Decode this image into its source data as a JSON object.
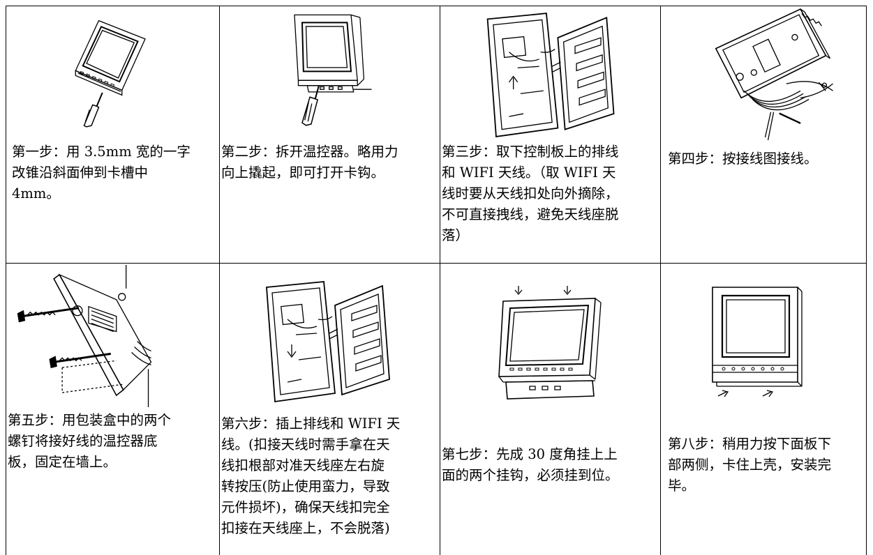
{
  "steps": [
    {
      "caption": "第一步：用 3.5mm 宽的一字\n改锥沿斜面伸到卡槽中\n4mm。",
      "illustration": "thermostat-screwdriver-icon"
    },
    {
      "caption": "第二步：拆开温控器。略用力\n向上撬起，即可打开卡钩。",
      "illustration": "thermostat-pry-open-icon"
    },
    {
      "caption": "第三步：取下控制板上的排线\n和 WIFI 天线。（取 WIFI 天\n线时要从天线扣处向外摘除，\n不可直接拽线，避免天线座脱\n落）",
      "illustration": "control-board-ribbon-icon"
    },
    {
      "caption": "第四步：按接线图接线。",
      "illustration": "backplate-wiring-icon"
    },
    {
      "caption": "第五步：用包装盒中的两个\n螺钉将接好线的温控器底\n板，固定在墙上。",
      "illustration": "backplate-screws-icon"
    },
    {
      "caption": "第六步：插上排线和 WIFI 天\n线。(扣接天线时需手拿在天\n线扣根部对准天线座左右旋\n转按压(防止使用蛮力，导致\n元件损坏)，确保天线扣完全\n扣接在天线座上，不会脱落)",
      "illustration": "ribbon-reconnect-icon"
    },
    {
      "caption": "第七步：先成 30 度角挂上上\n面的两个挂钩，必须挂到位。",
      "illustration": "hook-top-icon"
    },
    {
      "caption": "第八步：稍用力按下面板下\n部两侧，卡住上壳，安装完\n毕。",
      "illustration": "press-bottom-icon"
    }
  ],
  "colors": {
    "line": "#000000",
    "text": "#000000",
    "background": "#ffffff"
  }
}
